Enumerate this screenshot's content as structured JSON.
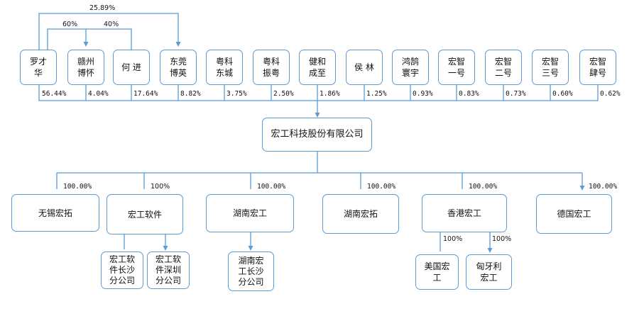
{
  "shareholders": [
    {
      "name": "罗才\n华",
      "pct": "56.44%"
    },
    {
      "name": "赣州\n博怀",
      "pct": "4.04%"
    },
    {
      "name": "何 进",
      "pct": "17.64%"
    },
    {
      "name": "东莞\n博英",
      "pct": "8.82%"
    },
    {
      "name": "粤科\n东城",
      "pct": "3.75%"
    },
    {
      "name": "粤科\n振粤",
      "pct": "2.50%"
    },
    {
      "name": "健和\n成至",
      "pct": "1.86%"
    },
    {
      "name": "侯 林",
      "pct": "1.25%"
    },
    {
      "name": "鸿鹄\n寰宇",
      "pct": "0.93%"
    },
    {
      "name": "宏智\n一号",
      "pct": "0.83%"
    },
    {
      "name": "宏智\n二号",
      "pct": "0.73%"
    },
    {
      "name": "宏智\n三号",
      "pct": "0.60%"
    },
    {
      "name": "宏智\n肆号",
      "pct": "0.62%"
    }
  ],
  "top_links": {
    "luo_to_dongguan": "25.89%",
    "luo_to_ganzhou": "60%",
    "he_to_ganzhou": "40%"
  },
  "company": {
    "name": "宏工科技股份有限公司"
  },
  "subsidiaries": [
    {
      "name": "无锡宏拓",
      "pct": "100.00%"
    },
    {
      "name": "宏工软件",
      "pct": "100%"
    },
    {
      "name": "湖南宏工",
      "pct": "100.00%"
    },
    {
      "name": "湖南宏拓",
      "pct": "100.00%"
    },
    {
      "name": "香港宏工",
      "pct": "100.00%"
    },
    {
      "name": "德国宏工",
      "pct": "100.00%"
    }
  ],
  "branches": [
    {
      "name": "宏工软\n件长沙\n分公司"
    },
    {
      "name": "宏工软\n件深圳\n分公司"
    },
    {
      "name": "湖南宏\n工长沙\n分公司"
    }
  ],
  "hk_subs": [
    {
      "name": "美国宏\n工",
      "pct": "100%"
    },
    {
      "name": "匈牙利\n宏工",
      "pct": "100%"
    }
  ],
  "colors": {
    "line": "#5b9bd5",
    "box_border": "#5b9bd5",
    "text": "#111111"
  }
}
